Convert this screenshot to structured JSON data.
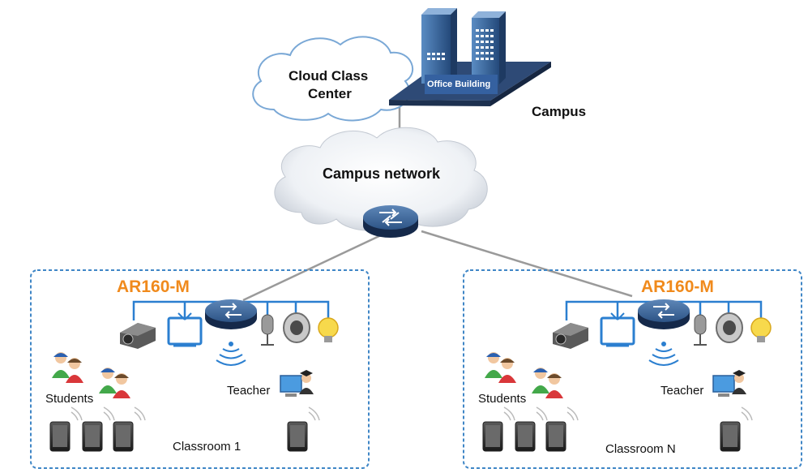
{
  "cloud_center": {
    "line1": "Cloud Class",
    "line2": "Center"
  },
  "building": {
    "label": "Office Building"
  },
  "campus": {
    "label": "Campus"
  },
  "network": {
    "label": "Campus network"
  },
  "classrooms": [
    {
      "router": "AR160-M",
      "students": "Students",
      "teacher": "Teacher",
      "name": "Classroom 1"
    },
    {
      "router": "AR160-M",
      "students": "Students",
      "teacher": "Teacher",
      "name": "Classroom N"
    }
  ],
  "colors": {
    "box_border": "#3f86c6",
    "device_blue": "#2b7fd0",
    "router_dark": "#1e3557",
    "router_light": "#4d77a8",
    "orange": "#f08a1c",
    "link_gray": "#9a9a9a"
  }
}
